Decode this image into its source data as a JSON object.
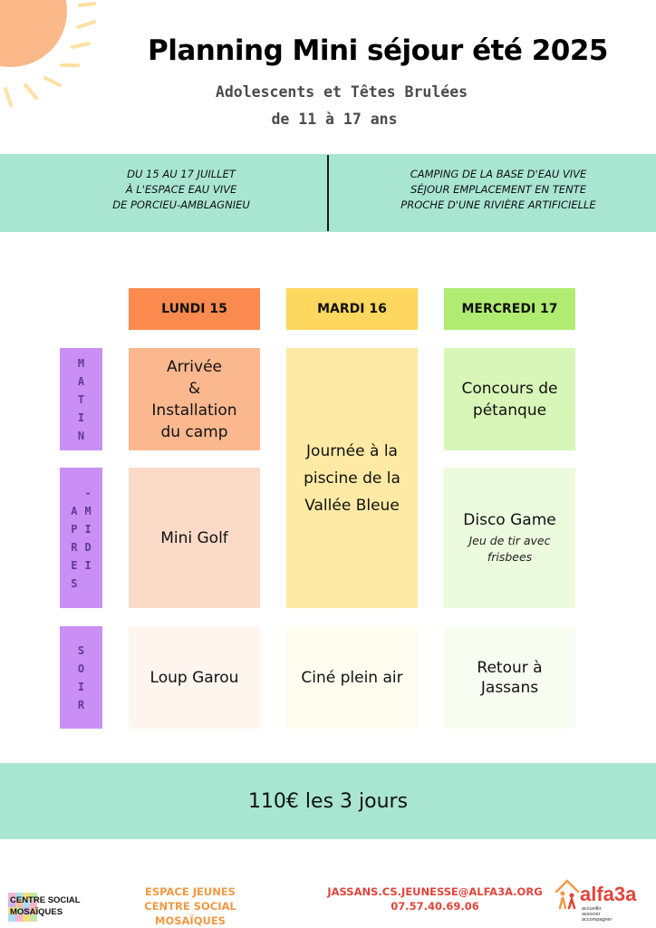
{
  "header": {
    "title": "Planning Mini séjour été 2025",
    "subtitle_line1": "Adolescents et Têtes Brulées",
    "subtitle_line2": "de 11 à 17 ans"
  },
  "info_band": {
    "left": [
      "DU 15 AU 17 JUILLET",
      "À L'ESPACE EAU VIVE",
      "DE PORCIEU-AMBLAGNIEU"
    ],
    "right": [
      "CAMPING DE LA BASE D'EAU VIVE",
      "SÉJOUR EMPLACEMENT EN TENTE",
      "PROCHE D'UNE RIVIÈRE ARTIFICIELLE"
    ]
  },
  "days": [
    "LUNDI 15",
    "MARDI 16",
    "MERCREDI 17"
  ],
  "periods": {
    "matin": [
      "M",
      "A",
      "T",
      "I",
      "N"
    ],
    "apres": [
      "A",
      "P",
      "R",
      "E",
      "S"
    ],
    "midi": [
      "-",
      "M",
      "I",
      "D",
      "I"
    ],
    "soir": [
      "S",
      "O",
      "I",
      "R"
    ]
  },
  "schedule": {
    "lundi": {
      "matin": [
        "Arrivée",
        "&",
        "Installation",
        "du camp"
      ],
      "apres_midi": "Mini Golf",
      "soir": "Loup Garou"
    },
    "mardi": {
      "journee": [
        "Journée à la",
        "piscine de la",
        "Vallée Bleue"
      ],
      "soir": "Ciné plein air"
    },
    "mercredi": {
      "matin": [
        "Concours de",
        "pétanque"
      ],
      "apres_midi": "Disco Game",
      "apres_midi_sub": [
        "Jeu de tir avec",
        "frisbees"
      ],
      "soir": [
        "Retour à",
        "Jassans"
      ]
    }
  },
  "price": "110€ les 3 jours",
  "footer": {
    "logo_left": [
      "CENTRE SOCIAL",
      "MOSAÏQUES"
    ],
    "middle": [
      "ESPACE JEUNES",
      "CENTRE SOCIAL MOSAÏQUES"
    ],
    "contact": [
      "JASSANS.CS.JEUNESSE@ALFA3A.ORG",
      "07.57.40.69.06"
    ],
    "logo_right": "alfa3a",
    "logo_right_sub": [
      "accueillir",
      "associer",
      "accompagner"
    ]
  },
  "colors": {
    "band": "#a8e6d2",
    "lundi": "#fa8a4e",
    "mardi": "#fdd75e",
    "mercredi": "#b0ec72",
    "period": "#c98ff5",
    "sun": "#fbb98a",
    "footer_orange": "#f09a44",
    "footer_red": "#e0453b"
  }
}
